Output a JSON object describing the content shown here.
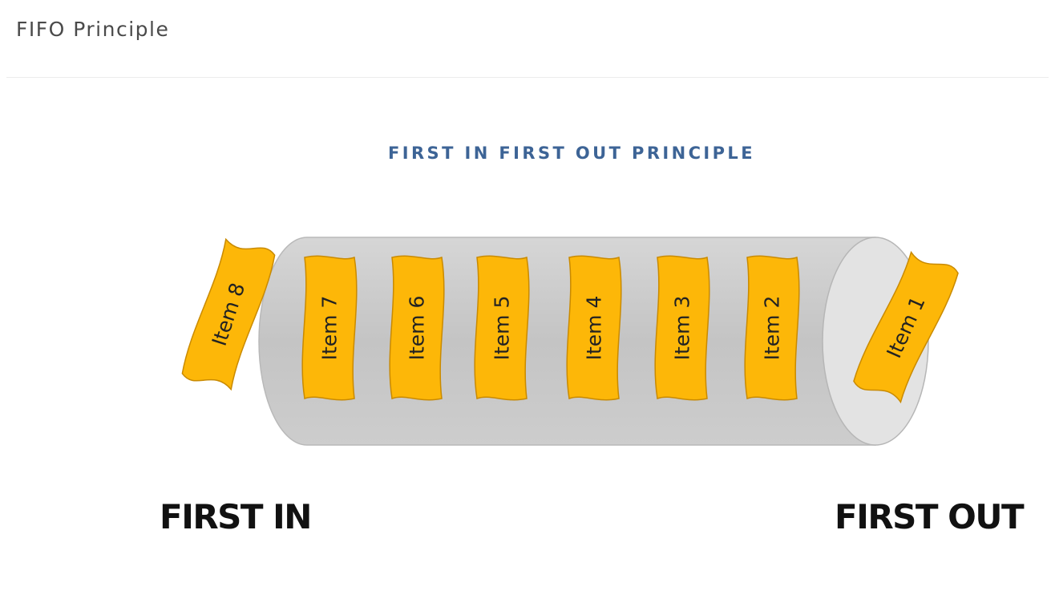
{
  "page": {
    "title": "FIFO Principle"
  },
  "diagram": {
    "title": "FIRST IN FIRST OUT PRINCIPLE",
    "items": [
      "Item 8",
      "Item 7",
      "Item 6",
      "Item 5",
      "Item 4",
      "Item 3",
      "Item 2",
      "Item 1"
    ],
    "label_in": "FIRST IN",
    "label_out": "FIRST OUT",
    "colors": {
      "item_fill": "#fdb708",
      "item_stroke": "#c98a00",
      "pipe_body": "#cacaca",
      "pipe_end": "#e3e3e3",
      "title": "#3d6496"
    }
  }
}
